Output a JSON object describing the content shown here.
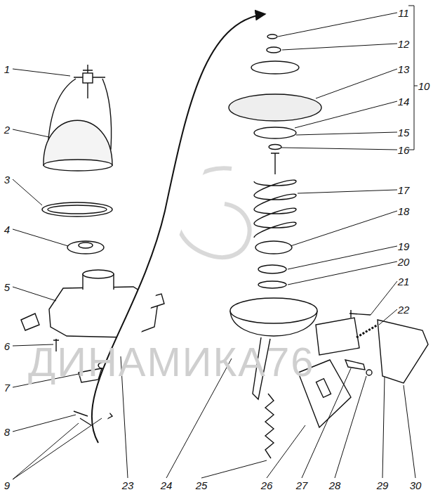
{
  "diagram": {
    "labels": [
      "1",
      "2",
      "3",
      "4",
      "5",
      "6",
      "7",
      "8",
      "9",
      "10",
      "11",
      "12",
      "13",
      "14",
      "15",
      "16",
      "17",
      "18",
      "19",
      "20",
      "21",
      "22",
      "23",
      "24",
      "25",
      "26",
      "27",
      "28",
      "29",
      "30",
      "ДИНАМИКА76"
    ]
  }
}
